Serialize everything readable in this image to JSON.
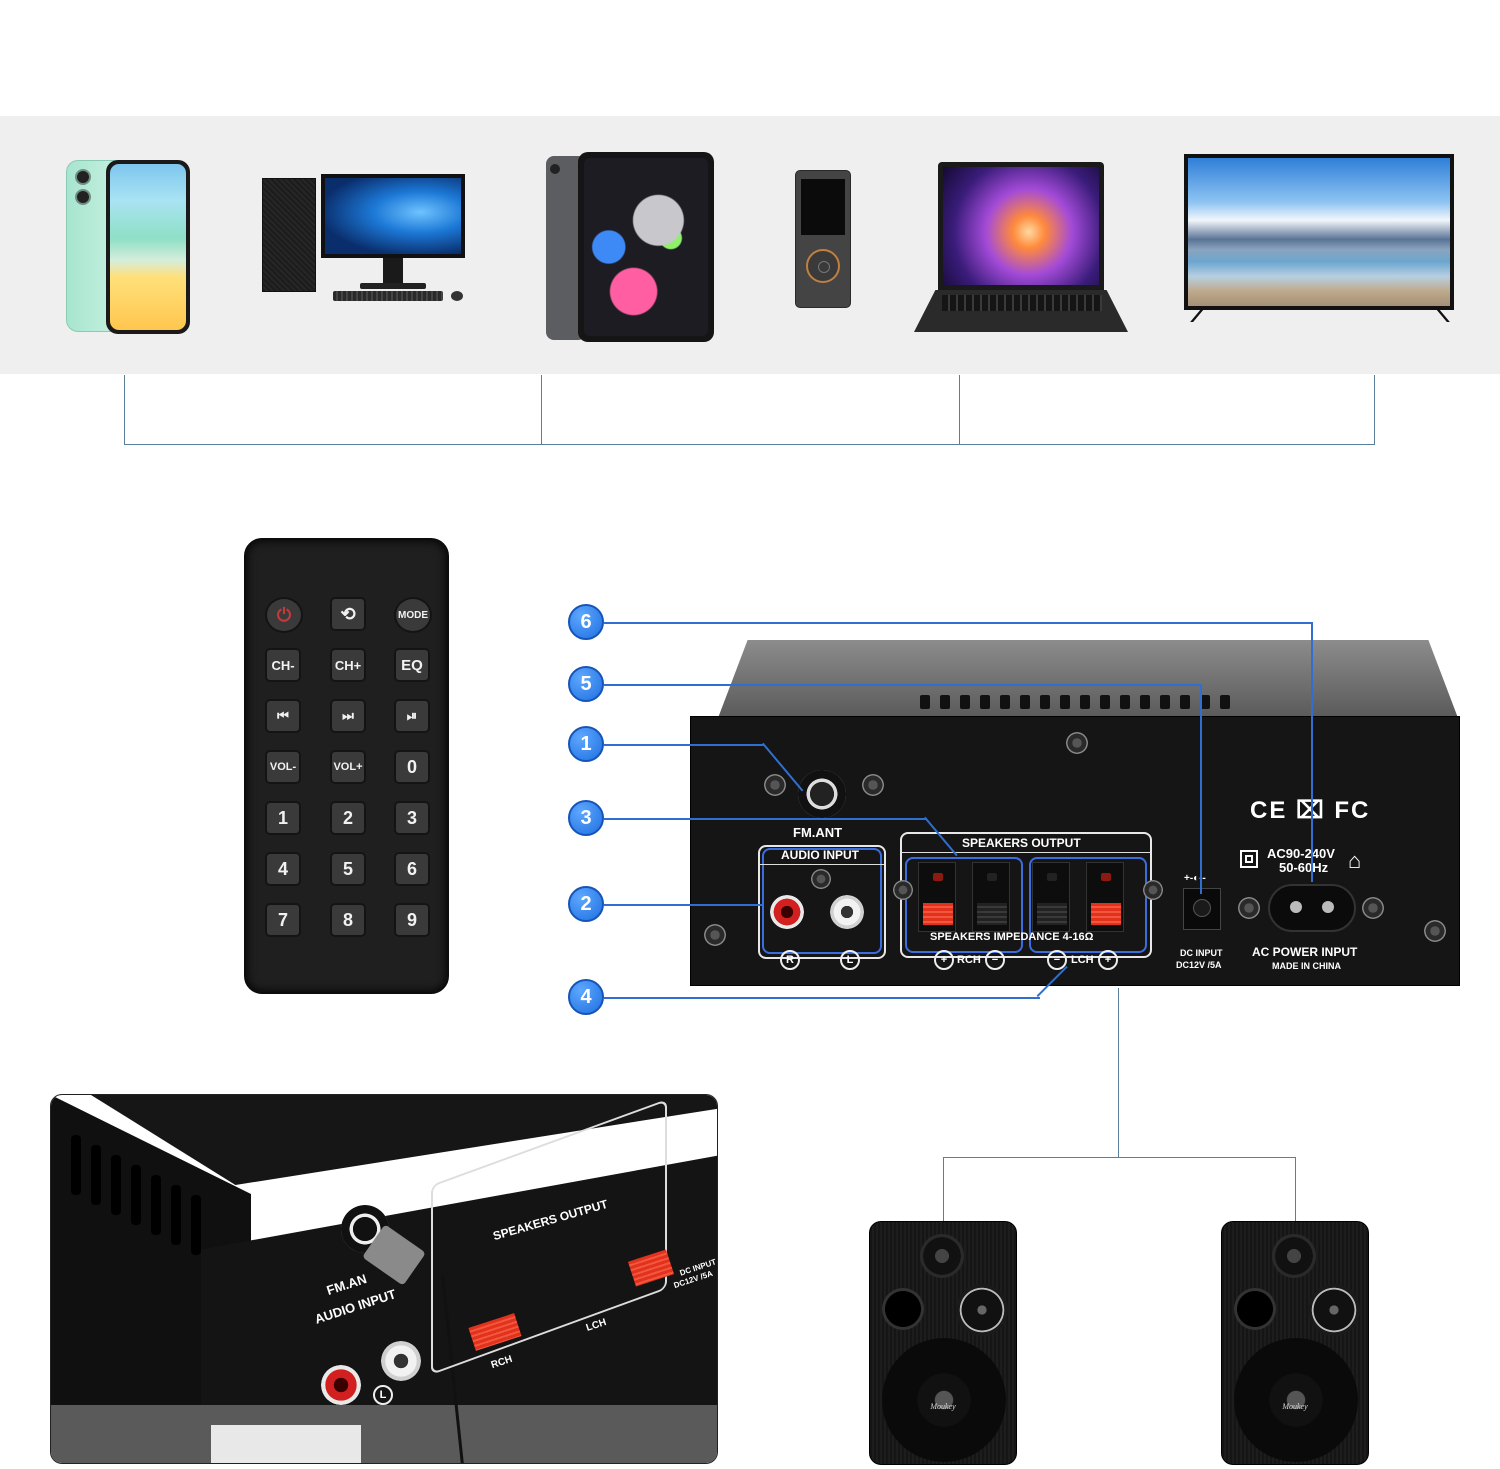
{
  "devices": {
    "items": [
      {
        "name": "Smartphone",
        "icon": "smartphone-icon"
      },
      {
        "name": "Desktop PC",
        "icon": "desktop-pc-icon"
      },
      {
        "name": "Tablet",
        "icon": "tablet-icon"
      },
      {
        "name": "MP3 Player",
        "icon": "mp3-player-icon"
      },
      {
        "name": "Laptop",
        "icon": "laptop-icon"
      },
      {
        "name": "TV",
        "icon": "tv-icon"
      }
    ]
  },
  "remote": {
    "buttons": [
      [
        "⏻",
        "⟲",
        "MODE"
      ],
      [
        "CH-",
        "CH+",
        "EQ"
      ],
      [
        "⏮",
        "⏭",
        "⏯"
      ],
      [
        "VOL-",
        "VOL+",
        "0"
      ],
      [
        "1",
        "2",
        "3"
      ],
      [
        "4",
        "5",
        "6"
      ],
      [
        "7",
        "8",
        "9"
      ]
    ]
  },
  "amplifier": {
    "fm_ant": "FM.ANT",
    "audio_input": "AUDIO INPUT",
    "audio_r": "R",
    "audio_l": "L",
    "speakers_output": "SPEAKERS OUTPUT",
    "speakers_impedance": "SPEAKERS IMPEDANCE 4-16Ω",
    "rch": "RCH",
    "lch": "LCH",
    "plus": "+",
    "minus": "−",
    "dc_polarity": "+-◐--",
    "dc_input": "DC INPUT",
    "dc_rating": "DC12V /5A",
    "cert_marks": "CE ⌧ FC",
    "ac_rating": "AC90-240V",
    "ac_freq": "50-60Hz",
    "ac_power_input": "AC POWER INPUT",
    "made_in": "MADE IN CHINA"
  },
  "callouts": [
    {
      "number": "6",
      "target": "AC power input"
    },
    {
      "number": "5",
      "target": "DC input"
    },
    {
      "number": "1",
      "target": "FM antenna"
    },
    {
      "number": "3",
      "target": "Speakers output RCH"
    },
    {
      "number": "2",
      "target": "Audio input"
    },
    {
      "number": "4",
      "target": "Speakers output LCH"
    }
  ],
  "photo": {
    "fm_ant": "FM.AN",
    "audio_input": "AUDIO INPUT",
    "speakers_output": "SPEAKERS OUTPUT",
    "rch": "RCH",
    "lch": "LCH",
    "dc_input": "DC INPUT",
    "dc_rating": "DC12V /5A",
    "audio_l": "L"
  },
  "speakers": {
    "brand": "Moukey",
    "count": 2
  },
  "colors": {
    "callout_blue": "#2a7be6",
    "connector_line": "#5a7f9a",
    "band_gray": "#efefef",
    "clip_red": "#e2321e"
  }
}
